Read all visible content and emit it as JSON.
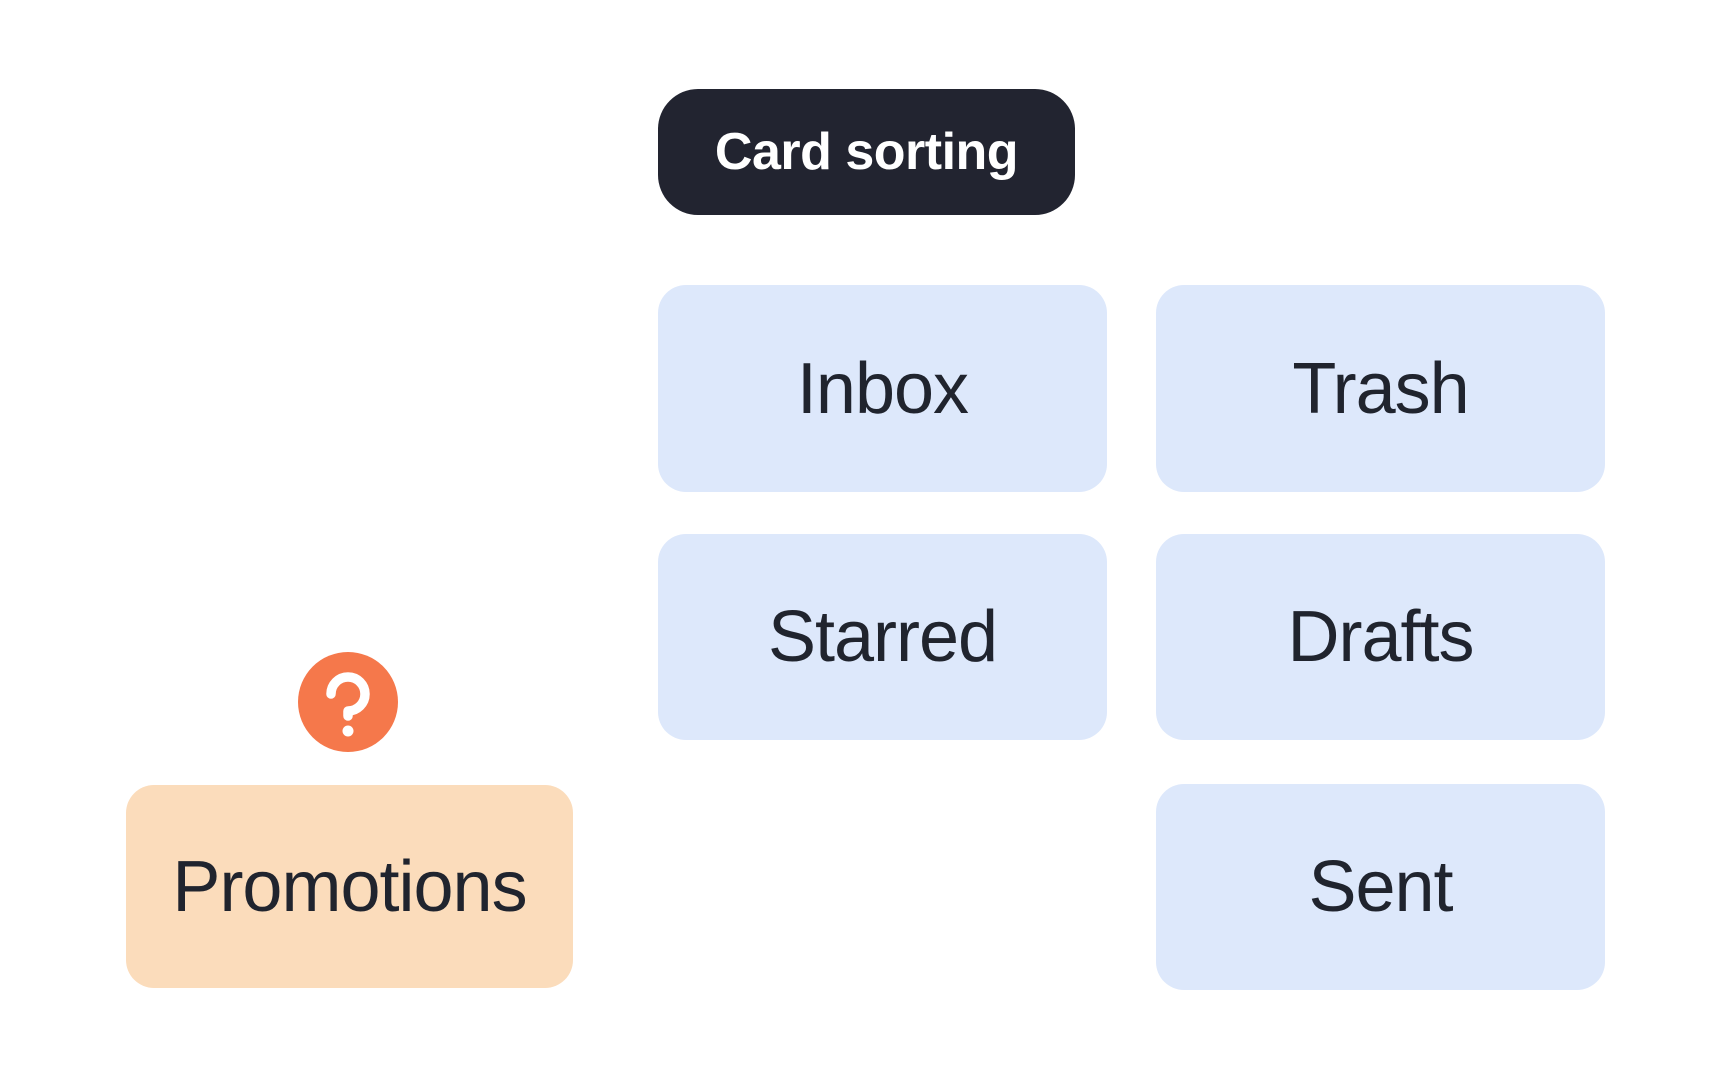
{
  "header": {
    "badge_label": "Card sorting"
  },
  "unsorted": {
    "card_label": "Promotions",
    "marker_glyph": "?"
  },
  "sorted_cards": [
    {
      "label": "Inbox"
    },
    {
      "label": "Trash"
    },
    {
      "label": "Starred"
    },
    {
      "label": "Drafts"
    },
    {
      "label": "Sent"
    }
  ],
  "colors": {
    "background": "#FFFFFF",
    "badge_bg": "#222430",
    "badge_text": "#FFFFFF",
    "card_bg_blue": "#DDE8FB",
    "card_bg_peach": "#FBDCBB",
    "card_text": "#20242E",
    "marker_bg": "#F5784B",
    "marker_glyph_color": "#FFFFFF"
  }
}
